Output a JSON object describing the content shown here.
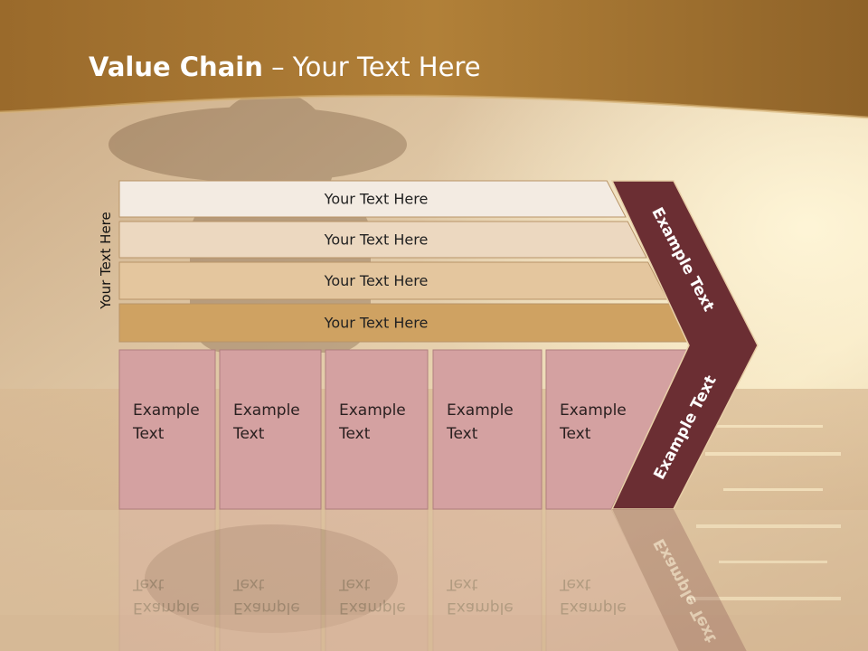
{
  "slide": {
    "title_bold": "Value Chain",
    "title_rest": " – Your Text Here",
    "side_label": "Your Text Here"
  },
  "support_rows": [
    {
      "label": "Your Text Here",
      "color": "#f3ebe2"
    },
    {
      "label": "Your Text Here",
      "color": "#ecd8c0"
    },
    {
      "label": "Your Text Here",
      "color": "#e4c69e"
    },
    {
      "label": "Your Text Here",
      "color": "#cfa262"
    }
  ],
  "primary_boxes": [
    {
      "line1": "Example",
      "line2": "Text"
    },
    {
      "line1": "Example",
      "line2": "Text"
    },
    {
      "line1": "Example",
      "line2": "Text"
    },
    {
      "line1": "Example",
      "line2": "Text"
    },
    {
      "line1": "Example",
      "line2": "Text"
    }
  ],
  "arrow": {
    "upper_label": "Example Text",
    "lower_label": "Example Text",
    "color": "#6b2e33"
  },
  "colors": {
    "header": "#a9782f",
    "primary_box": "#d4a1a1",
    "accent": "#6b2e33"
  }
}
